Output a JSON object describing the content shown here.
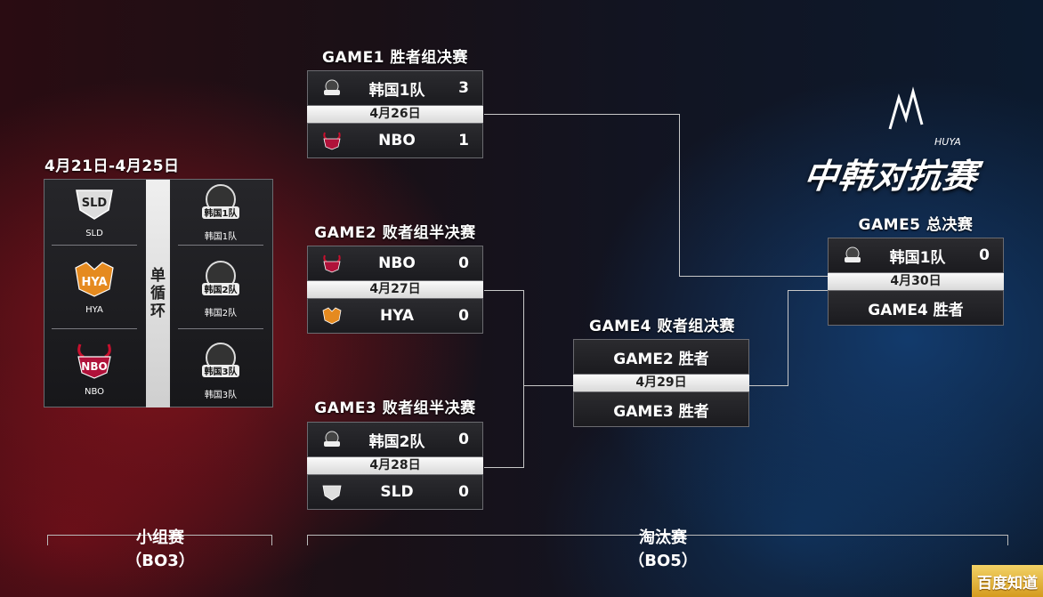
{
  "group_stage": {
    "date_range": "4月21日-4月25日",
    "format_label": [
      "单",
      "循",
      "环"
    ],
    "left_teams": [
      {
        "name": "SLD",
        "logo_text": "SLD",
        "icon": "sld-logo"
      },
      {
        "name": "HYA",
        "logo_text": "HYA",
        "icon": "hya-tiger-logo"
      },
      {
        "name": "NBO",
        "logo_text": "NBO",
        "icon": "nbo-logo"
      }
    ],
    "right_teams": [
      {
        "name": "韩国1队",
        "logo_text": "韩国1队",
        "icon": "korea1-logo"
      },
      {
        "name": "韩国2队",
        "logo_text": "韩国2队",
        "icon": "korea2-logo"
      },
      {
        "name": "韩国3队",
        "logo_text": "韩国3队",
        "icon": "korea3-logo"
      }
    ],
    "label": "小组赛",
    "format": "（BO3）"
  },
  "knockout": {
    "label": "淘汰赛",
    "format": "（BO5）"
  },
  "games": {
    "game1": {
      "title": "GAME1 胜者组决赛",
      "date": "4月26日",
      "team1": {
        "name": "韩国1队",
        "score": "3"
      },
      "team2": {
        "name": "NBO",
        "score": "1"
      }
    },
    "game2": {
      "title": "GAME2 败者组半决赛",
      "date": "4月27日",
      "team1": {
        "name": "NBO",
        "score": "0"
      },
      "team2": {
        "name": "HYA",
        "score": "0"
      }
    },
    "game3": {
      "title": "GAME3 败者组半决赛",
      "date": "4月28日",
      "team1": {
        "name": "韩国2队",
        "score": "0"
      },
      "team2": {
        "name": "SLD",
        "score": "0"
      }
    },
    "game4": {
      "title": "GAME4 败者组决赛",
      "date": "4月29日",
      "slot1": "GAME2 胜者",
      "slot2": "GAME3 胜者"
    },
    "game5": {
      "title": "GAME5 总决赛",
      "date": "4月30日",
      "team1": {
        "name": "韩国1队",
        "score": "0"
      },
      "slot2": "GAME4 胜者"
    }
  },
  "event_logo": {
    "brand": "HUYA",
    "title": "中韩对抗赛"
  },
  "watermark": "百度知道",
  "colors": {
    "accent_red": "#8c1420",
    "accent_blue": "#14467e",
    "date_bar": "#ececec"
  }
}
